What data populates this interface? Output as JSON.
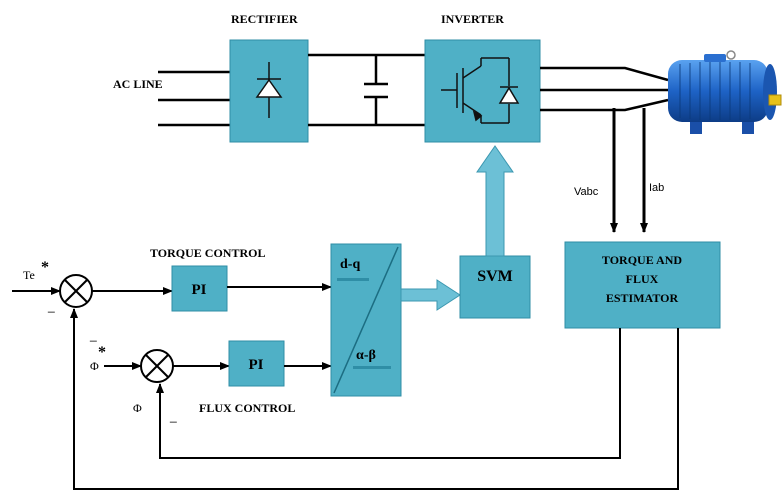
{
  "labels": {
    "rectifier": "RECTIFIER",
    "inverter": "INVERTER",
    "ac_line": "AC LINE",
    "torque_control": "TORQUE CONTROL",
    "flux_control": "FLUX CONTROL",
    "pi_torque": "PI",
    "pi_flux": "PI",
    "dq": "d-q",
    "alpha_beta": "α-β",
    "svm": "SVM",
    "estimator_line1": "TORQUE AND",
    "estimator_line2": "FLUX",
    "estimator_line3": "ESTIMATOR",
    "vabc": "Vabc",
    "iab": "Iab",
    "te_ref": "Te",
    "phi_ref": "Φ",
    "phi_feedback": "Φ",
    "star": "*",
    "minus": "_"
  },
  "colors": {
    "block_fill": "#4fb0c6",
    "block_stroke": "#2f8ea6",
    "arrow_fill": "#6cc0d6",
    "motor_blue": "#1e63c6",
    "line": "#000000"
  },
  "icons": {
    "rectifier": "diode-icon",
    "inverter": "igbt-icon",
    "motor": "motor-icon",
    "summing_junction": "summing-junction-icon"
  }
}
